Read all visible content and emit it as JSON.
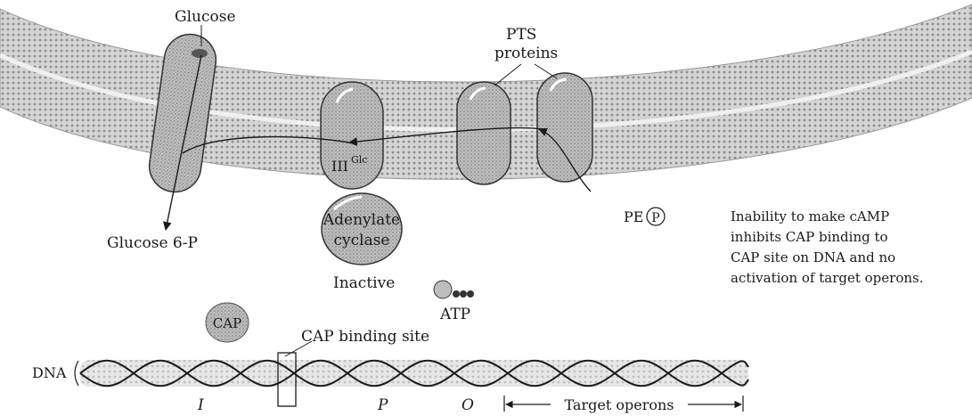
{
  "labels": {
    "glucose": "Glucose",
    "glucose_6p": "Glucose 6-P",
    "pts_line1": "PTS",
    "pts_line2": "proteins",
    "iii": "III",
    "glc": "Glc",
    "adenylate": "Adenylate",
    "cyclase": "cyclase",
    "inactive": "Inactive",
    "atp": "ATP",
    "pe": "PE",
    "p": "P",
    "cap": "CAP",
    "cap_binding_site": "CAP binding site",
    "dna": "DNA",
    "i": "I",
    "p_site": "P",
    "o": "O",
    "target_operons": "Target operons"
  },
  "note": [
    "Inability to make cAMP",
    "inhibits CAP binding to",
    "CAP site on DNA and no",
    "activation of target operons."
  ]
}
